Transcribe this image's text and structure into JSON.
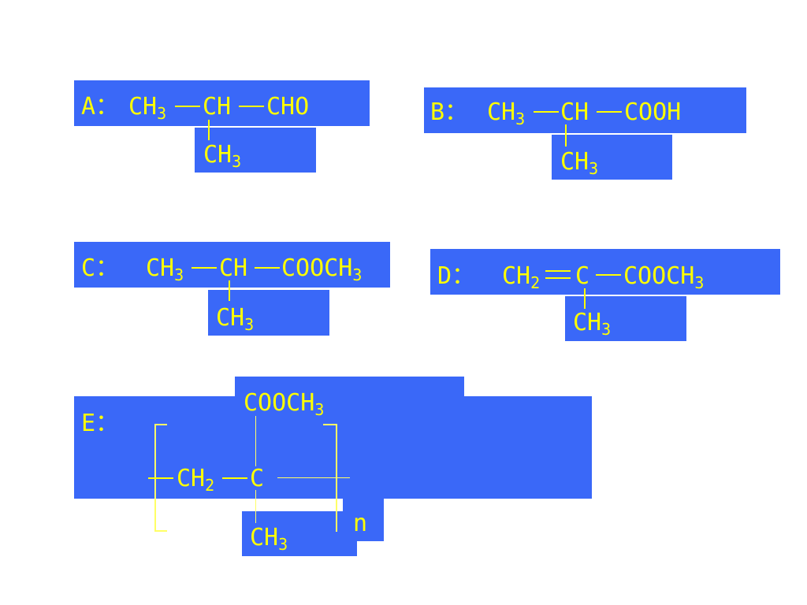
{
  "colors": {
    "box": "#3a68f8",
    "text": "#ffff00",
    "background": "#ffffff"
  },
  "a": {
    "label": "A：",
    "g1": "CH",
    "g1_sub": "3",
    "g2": "CH",
    "g3": "CHO",
    "branch": "CH",
    "branch_sub": "3"
  },
  "b": {
    "label": "B：",
    "g1": "CH",
    "g1_sub": "3",
    "g2": "CH",
    "g3": "COOH",
    "branch": "CH",
    "branch_sub": "3"
  },
  "c": {
    "label": "C：",
    "g1": "CH",
    "g1_sub": "3",
    "g2": "CH",
    "g3": "COOCH",
    "g3_sub": "3",
    "branch": "CH",
    "branch_sub": "3"
  },
  "d": {
    "label": "D：",
    "g1": "CH",
    "g1_sub": "2",
    "g2": "C",
    "g3": "COOCH",
    "g3_sub": "3",
    "branch": "CH",
    "branch_sub": "3"
  },
  "e": {
    "label": "E：",
    "top": "COOCH",
    "top_sub": "3",
    "g1": "CH",
    "g1_sub": "2",
    "g2": "C",
    "repeat": "n",
    "bottom": "CH",
    "bottom_sub": "3"
  }
}
